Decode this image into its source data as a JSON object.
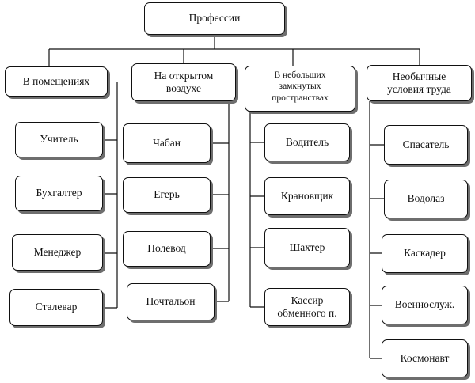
{
  "diagram": {
    "root": {
      "label": "Профессии"
    },
    "categories": [
      {
        "label": "В помещениях",
        "items": [
          "Учитель",
          "Бухгалтер",
          "Менеджер",
          "Сталевар"
        ]
      },
      {
        "label": "На открытом\nвоздухе",
        "items": [
          "Чабан",
          "Егерь",
          "Полевод",
          "Почтальон"
        ]
      },
      {
        "label": "В небольших\nзамкнутых\nпространствах",
        "items": [
          "Водитель",
          "Крановщик",
          "Шахтер",
          "Кассир\nобменного п."
        ]
      },
      {
        "label": "Необычные\nусловия труда",
        "items": [
          "Спасатель",
          "Водолаз",
          "Каскадер",
          "Военнослуж.",
          "Космонавт"
        ]
      }
    ]
  }
}
